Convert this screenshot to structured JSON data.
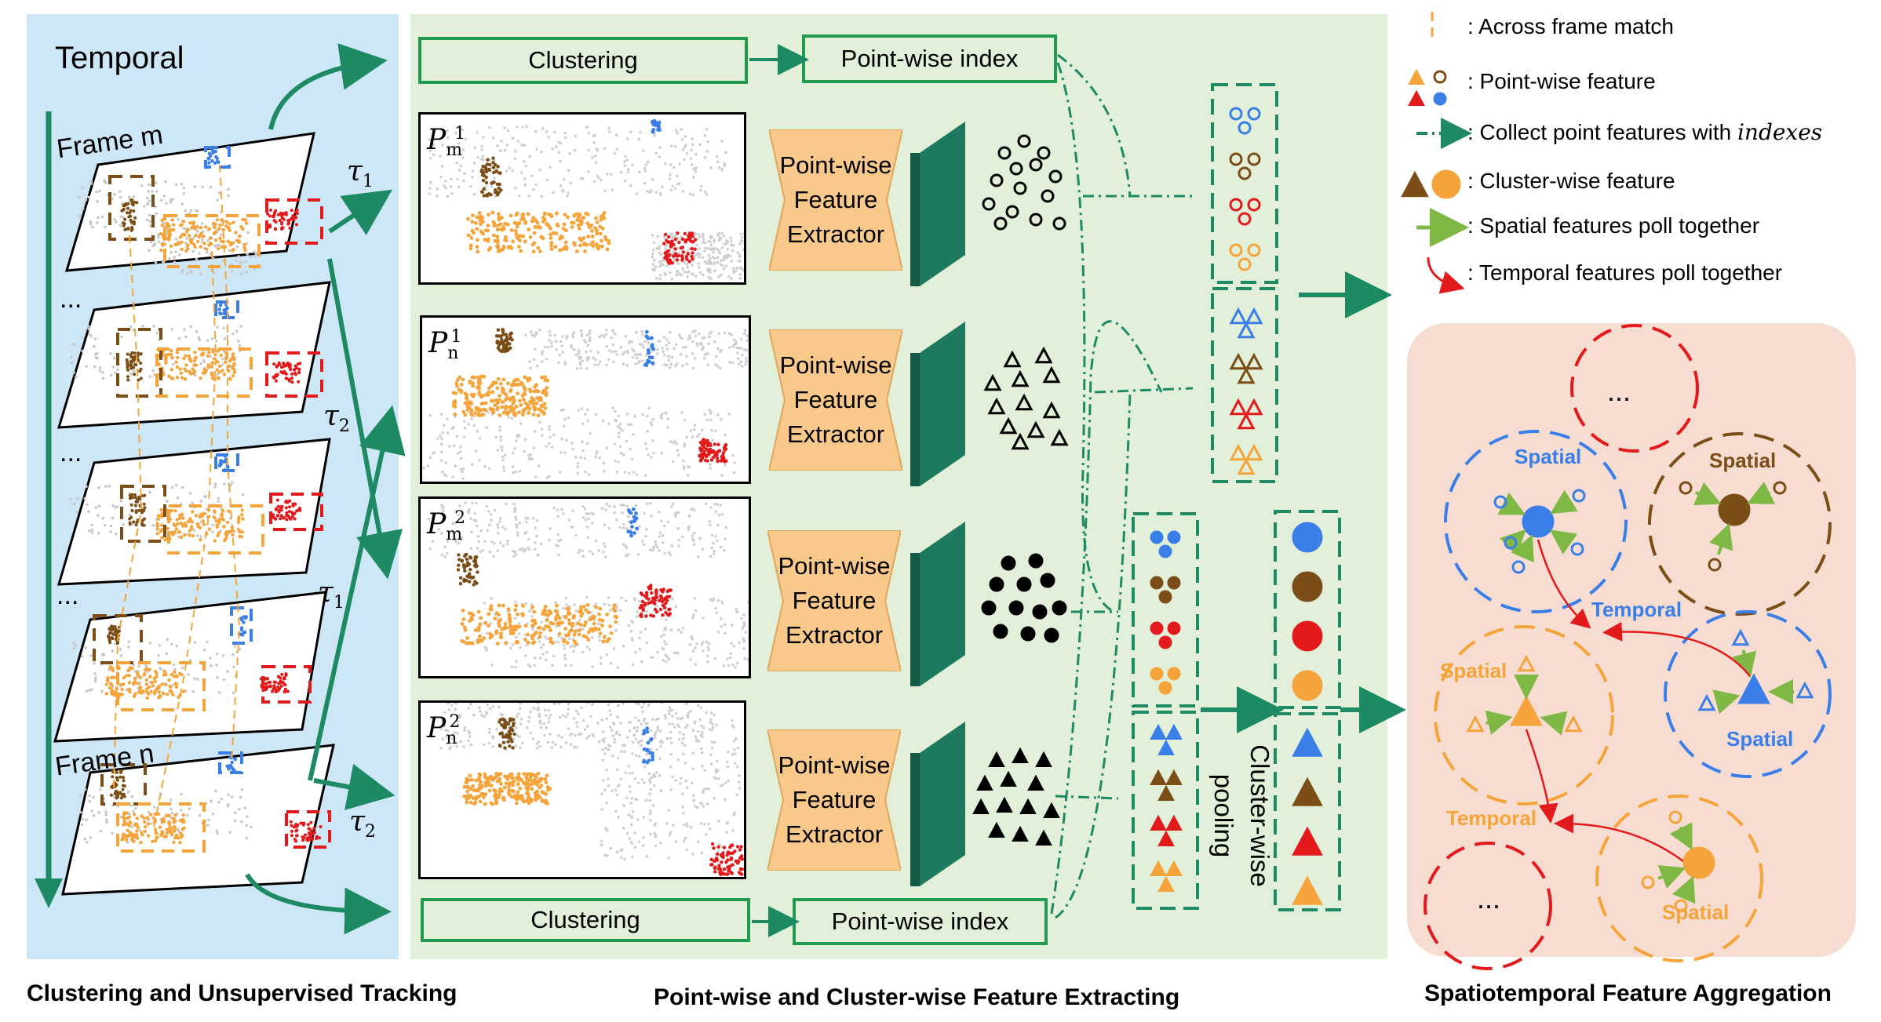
{
  "left_panel": {
    "title": "Temporal",
    "frame_m": "Frame m",
    "frame_n": "Frame n",
    "ellipsis": "...",
    "tau1": "τ",
    "tau2": "τ",
    "tau1_sub": "1",
    "tau2_sub": "2",
    "caption": "Clustering and Unsupervised Tracking"
  },
  "mid_panel": {
    "clustering_label": "Clustering",
    "index_label": "Point-wise index",
    "extractor_lines": [
      "Point-wise",
      "Feature",
      "Extractor"
    ],
    "scans": [
      {
        "base": "P",
        "sub": "m",
        "sup": "1"
      },
      {
        "base": "P",
        "sub": "n",
        "sup": "1"
      },
      {
        "base": "P",
        "sub": "m",
        "sup": "2"
      },
      {
        "base": "P",
        "sub": "n",
        "sup": "2"
      }
    ],
    "pooling_label": "Cluster-wise pooling",
    "caption": "Point-wise and Cluster-wise Feature Extracting"
  },
  "legend": {
    "items": [
      {
        "text": ": Across frame match"
      },
      {
        "text": ": Point-wise feature"
      },
      {
        "text": ": Collect point features with ",
        "italic": "indexes"
      },
      {
        "text": ": Cluster-wise feature"
      },
      {
        "text": ": Spatial features poll together"
      },
      {
        "text": ": Temporal features poll together"
      }
    ]
  },
  "aggregation": {
    "spatial": "Spatial",
    "temporal": "Temporal",
    "ellipsis": "...",
    "caption": "Spatiotemporal Feature Aggregation"
  },
  "colors": {
    "blue": "#3a7ee8",
    "brown": "#7a4e16",
    "red": "#e31a1c",
    "orange": "#f4a43a",
    "green": "#1f9a4e",
    "teal": "#1d7a5f",
    "legend_green": "#7fb844"
  }
}
